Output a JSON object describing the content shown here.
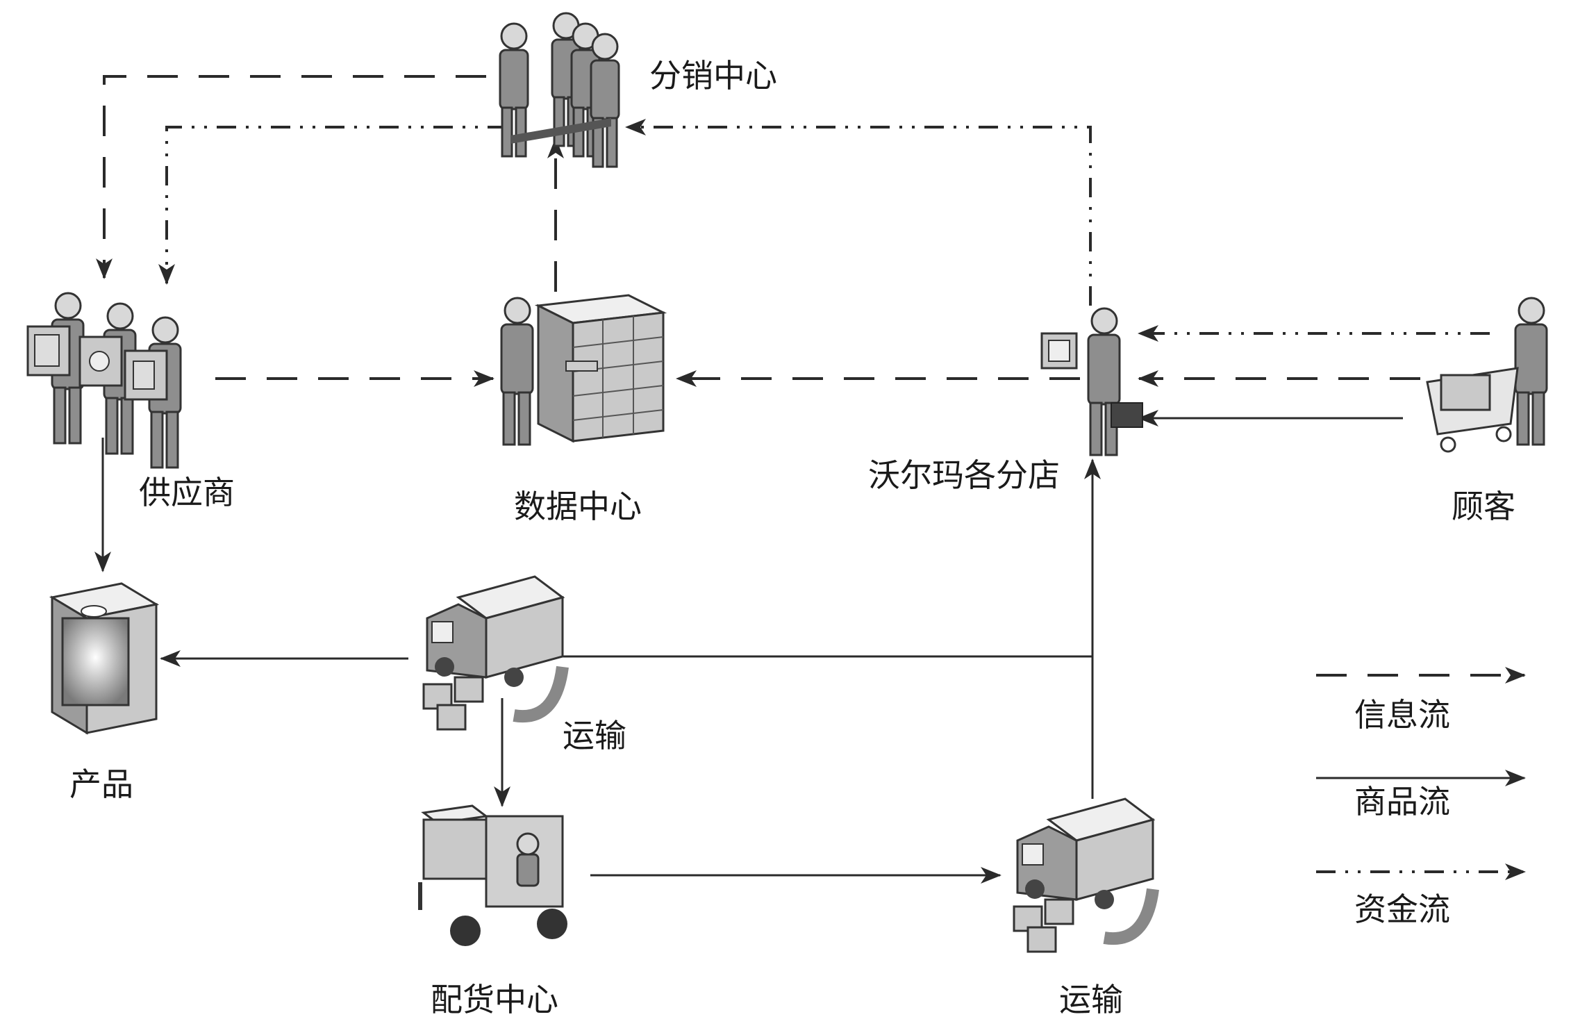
{
  "nodes": {
    "distribution_center": "分销中心",
    "supplier": "供应商",
    "data_center": "数据中心",
    "walmart_stores": "沃尔玛各分店",
    "customer": "顾客",
    "product": "产品",
    "transport_top": "运输",
    "allocation_center": "配货中心",
    "transport_bottom": "运输"
  },
  "legend": {
    "info_flow": "信息流",
    "goods_flow": "商品流",
    "money_flow": "资金流"
  }
}
